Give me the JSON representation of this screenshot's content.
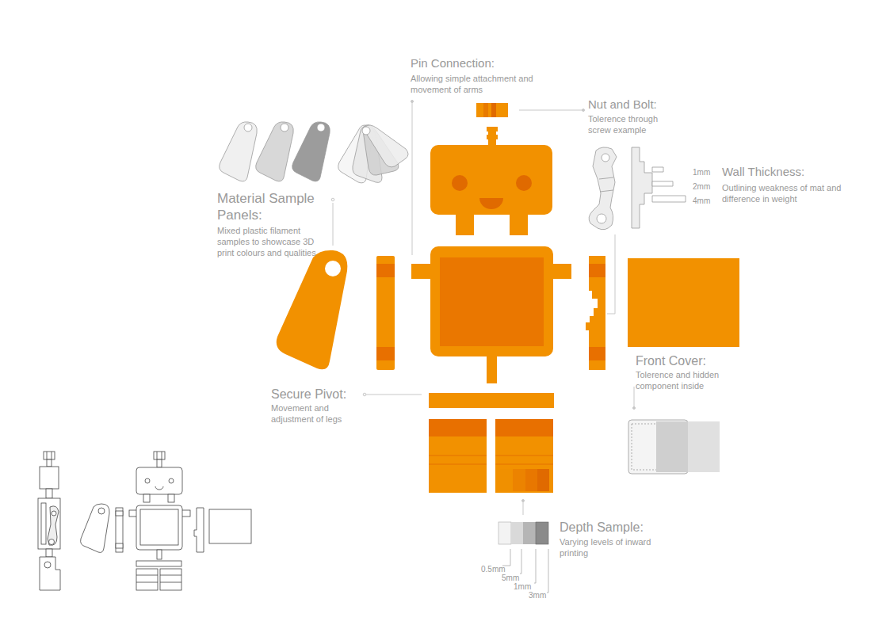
{
  "diagram": {
    "labels": [
      "Pin Connection:",
      "Allowing simple attachment and movement of arms",
      "Nut and Bolt:",
      "Tolerence through screw example",
      "1mm",
      "2mm",
      "4mm",
      "Wall Thickness:",
      "Outlining weakness of mat and difference in weight",
      "Material Sample Panels:",
      "Mixed plastic filament samples to showcase 3D print colours and qualities",
      "Front Cover:",
      "Tolerence and hidden component inside",
      "Secure Pivot:",
      "Movement and adjustment of legs",
      "Depth Sample:",
      "Varying levels of inward printing",
      "0.5mm",
      "5mm",
      "1mm",
      "3mm"
    ]
  }
}
